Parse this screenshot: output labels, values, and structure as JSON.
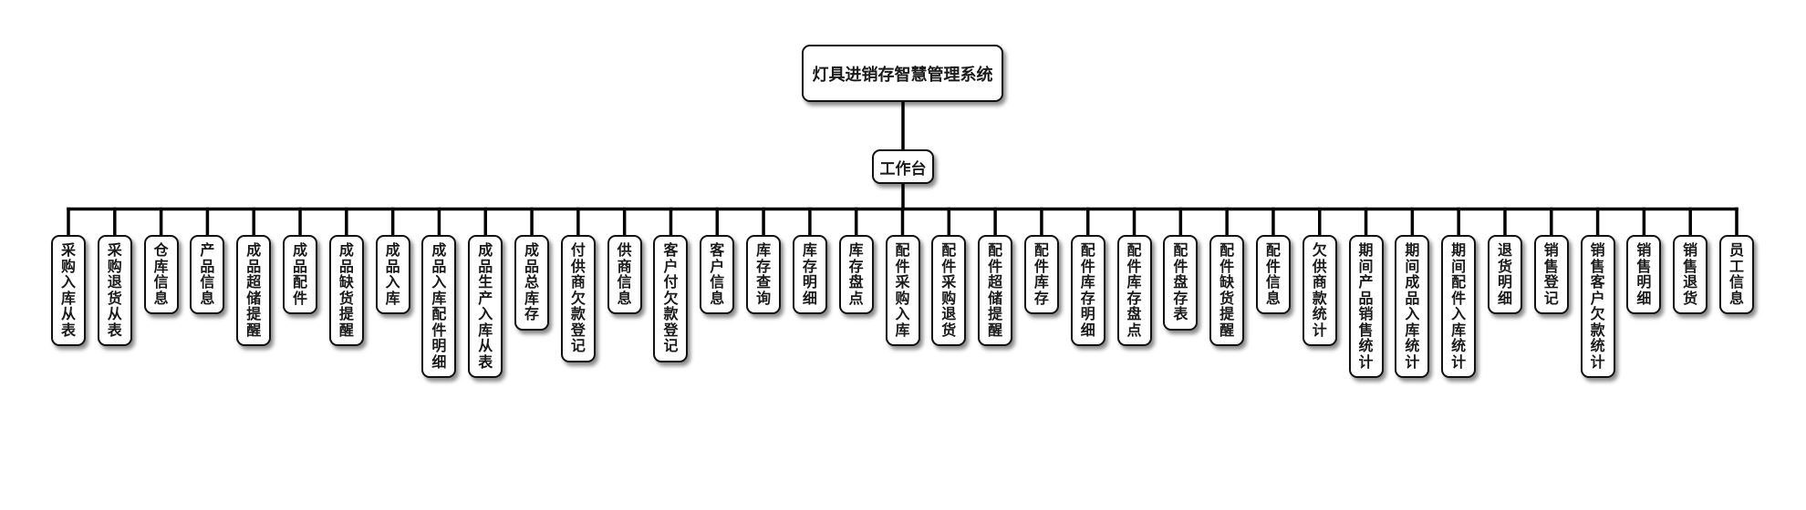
{
  "diagram": {
    "title": "灯具进销存智慧管理系统",
    "root": "工作台",
    "leaves": [
      "采购入库从表",
      "采购退货从表",
      "仓库信息",
      "产品信息",
      "成品超储提醒",
      "成品配件",
      "成品缺货提醒",
      "成品入库",
      "成品入库配件明细",
      "成品生产入库从表",
      "成品总库存",
      "付供商欠款登记",
      "供商信息",
      "客户付欠款登记",
      "客户信息",
      "库存查询",
      "库存明细",
      "库存盘点",
      "配件采购入库",
      "配件采购退货",
      "配件超储提醒",
      "配件库存",
      "配件库存明细",
      "配件库存盘点",
      "配件盘存表",
      "配件缺货提醒",
      "配件信息",
      "欠供商款统计",
      "期间产品销售统计",
      "期间成品入库统计",
      "期间配件入库统计",
      "退货明细",
      "销售登记",
      "销售客户欠款统计",
      "销售明细",
      "销售退货",
      "员工信息"
    ],
    "colors": {
      "line": "#000000",
      "node_fill": "#ffffff",
      "node_border": "#111111",
      "text": "#1a1a1a"
    }
  }
}
